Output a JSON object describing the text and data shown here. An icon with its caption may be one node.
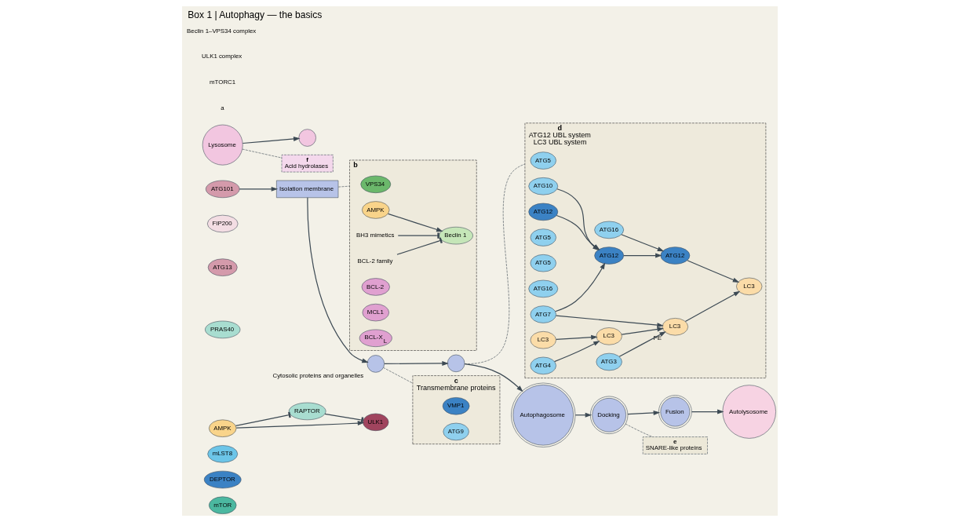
{
  "diagram": {
    "title": "Box 1 | Autophagy — the basics",
    "nodes": [
      {
        "text": [
          "mTOR"
        ]
      },
      {
        "text": [
          "DEPTOR"
        ]
      },
      {
        "text": [
          "mLST8"
        ]
      },
      {
        "text": [
          "RAPTOR"
        ]
      },
      {
        "text": [
          "PRAS40"
        ]
      },
      {
        "text": [
          "AMPK"
        ]
      },
      {
        "text": [
          "ULK1"
        ]
      },
      {
        "text": [
          "ATG13"
        ]
      },
      {
        "text": [
          "FIP200"
        ]
      },
      {
        "text": [
          "ATG101"
        ]
      },
      {
        "text": [
          "Isolation membrane"
        ]
      },
      {
        "text": [],
        "shape": "circle",
        "beside": [
          "Cytosolic proteins and organelles"
        ]
      },
      {
        "text": [],
        "shape": "circle"
      },
      {
        "text": [
          "Autophagosome"
        ]
      },
      {
        "text": [
          "Lysosome"
        ]
      },
      {
        "text": [],
        "shape": "circle"
      },
      {
        "text": [
          "Docking"
        ]
      },
      {
        "text": [
          "Fusion"
        ]
      },
      {
        "text": [
          "Autolysosome"
        ]
      },
      {
        "text": [
          "e",
          "SNARE-like proteins"
        ]
      },
      {
        "text": [
          "f",
          "Acid hydrolases"
        ]
      },
      {
        "text": [
          "b"
        ]
      },
      {
        "text": [
          "VPS34"
        ],
        "in": 21
      },
      {
        "text": [
          "Beclin 1"
        ],
        "in": 21
      },
      {
        "text": [
          "AMPK"
        ],
        "in": 21
      },
      {
        "text": [
          "BH3 mimetics"
        ],
        "in": 21
      },
      {
        "text": [
          "BCL-2 family"
        ],
        "in": 21
      },
      {
        "text": [
          "BCL-2"
        ],
        "in": 21
      },
      {
        "text": [
          "MCL1"
        ],
        "in": 21
      },
      {
        "text": [
          "BCL-X$_{L}$"
        ],
        "in": 21
      },
      {
        "text": [
          "c",
          "Transmembrane proteins"
        ]
      },
      {
        "text": [
          "VMP1"
        ],
        "in": 30
      },
      {
        "text": [
          "ATG9"
        ],
        "in": 30
      },
      {
        "text": [
          "d",
          "ATG12 UBL system",
          "LC3 UBL system"
        ]
      },
      {
        "text": [
          "ATG5"
        ],
        "in": 33
      },
      {
        "text": [
          "ATG10"
        ],
        "in": 33
      },
      {
        "text": [
          "ATG12"
        ],
        "in": 33
      },
      {
        "text": [
          "ATG5"
        ],
        "in": 33
      },
      {
        "text": [
          "ATG12"
        ],
        "in": 33
      },
      {
        "text": [
          "ATG16"
        ],
        "in": 33
      },
      {
        "text": [
          "ATG5"
        ],
        "in": 33
      },
      {
        "text": [
          "ATG16"
        ],
        "in": 33
      },
      {
        "text": [
          "ATG12"
        ],
        "in": 33
      },
      {
        "text": [
          "ATG7"
        ],
        "in": 33
      },
      {
        "text": [
          "LC3"
        ],
        "in": 33
      },
      {
        "text": [
          "ATG4"
        ],
        "in": 33
      },
      {
        "text": [
          "LC3"
        ],
        "in": 33
      },
      {
        "text": [
          "ATG3"
        ],
        "in": 33
      },
      {
        "text": [
          "LC3"
        ],
        "in": 33,
        "beside": [
          "PE"
        ]
      },
      {
        "text": [
          "LC3"
        ],
        "in": 33
      }
    ],
    "edges": [
      {
        "from": 5,
        "to": 3,
        "arrow": "other"
      },
      {
        "from": 3,
        "to": 6,
        "arrow": "other"
      },
      {
        "from": 5,
        "to": 6,
        "arrow": "to"
      },
      {
        "from": 9,
        "to": 10,
        "arrow": "to"
      },
      {
        "from": 10,
        "to": 11,
        "arrow": "to"
      },
      {
        "from": 11,
        "to": 12,
        "arrow": "to"
      },
      {
        "from": 12,
        "to": 13,
        "arrow": "to"
      },
      {
        "from": 13,
        "to": 16,
        "arrow": "to"
      },
      {
        "from": 16,
        "to": 17,
        "arrow": "to"
      },
      {
        "from": 17,
        "to": 18,
        "arrow": "to"
      },
      {
        "from": 14,
        "to": 15,
        "arrow": "to"
      },
      {
        "from": 10,
        "to": 21,
        "arrow": "none",
        "style": "dashed"
      },
      {
        "from": 11,
        "to": 30,
        "arrow": "none",
        "style": "dashed"
      },
      {
        "from": 12,
        "to": 33,
        "arrow": "none",
        "style": "dashed"
      },
      {
        "from": 16,
        "to": 19,
        "arrow": "none",
        "style": "dashed"
      },
      {
        "from": 14,
        "to": 20,
        "arrow": "none",
        "style": "dashed"
      },
      {
        "from": 24,
        "to": 23,
        "arrow": "to"
      },
      {
        "from": 25,
        "to": 23,
        "arrow": "other"
      },
      {
        "from": 26,
        "to": 23,
        "arrow": "other"
      },
      {
        "from": 36,
        "to": 38,
        "arrow": "to"
      },
      {
        "from": 35,
        "to": 38,
        "arrow": "to"
      },
      {
        "from": 43,
        "to": 38,
        "arrow": "to"
      },
      {
        "from": 38,
        "to": 42,
        "arrow": "to"
      },
      {
        "from": 39,
        "to": 42,
        "arrow": "to"
      },
      {
        "from": 42,
        "to": 49,
        "arrow": "to"
      },
      {
        "from": 44,
        "to": 46,
        "arrow": "to"
      },
      {
        "from": 45,
        "to": 46,
        "arrow": "to"
      },
      {
        "from": 46,
        "to": 48,
        "arrow": "to"
      },
      {
        "from": 43,
        "to": 48,
        "arrow": "to"
      },
      {
        "from": 47,
        "to": 48,
        "arrow": "to"
      },
      {
        "from": 48,
        "to": 49,
        "arrow": "to"
      }
    ],
    "labels": [
      "a",
      "mTORC1",
      "ULK1 complex",
      "Beclin 1–VPS34 complex"
    ]
  }
}
